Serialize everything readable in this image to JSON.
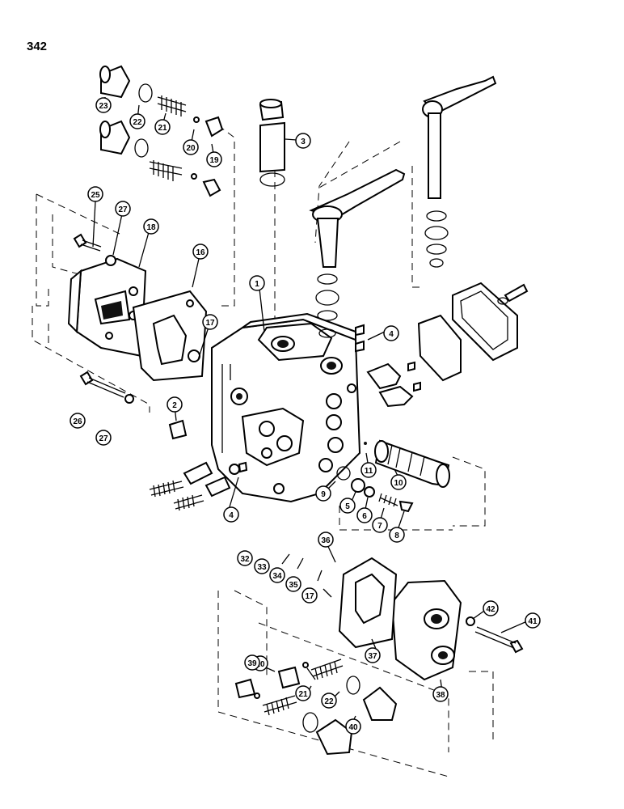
{
  "page_number": "342",
  "diagram": {
    "callouts": [
      "1",
      "2",
      "3",
      "4",
      "4",
      "4",
      "5",
      "6",
      "7",
      "8",
      "9",
      "10",
      "11",
      "16",
      "17",
      "17",
      "18",
      "19",
      "20",
      "20",
      "21",
      "21",
      "22",
      "22",
      "23",
      "25",
      "26",
      "27",
      "27",
      "32",
      "33",
      "34",
      "35",
      "36",
      "37",
      "38",
      "39",
      "40",
      "41",
      "42"
    ]
  }
}
